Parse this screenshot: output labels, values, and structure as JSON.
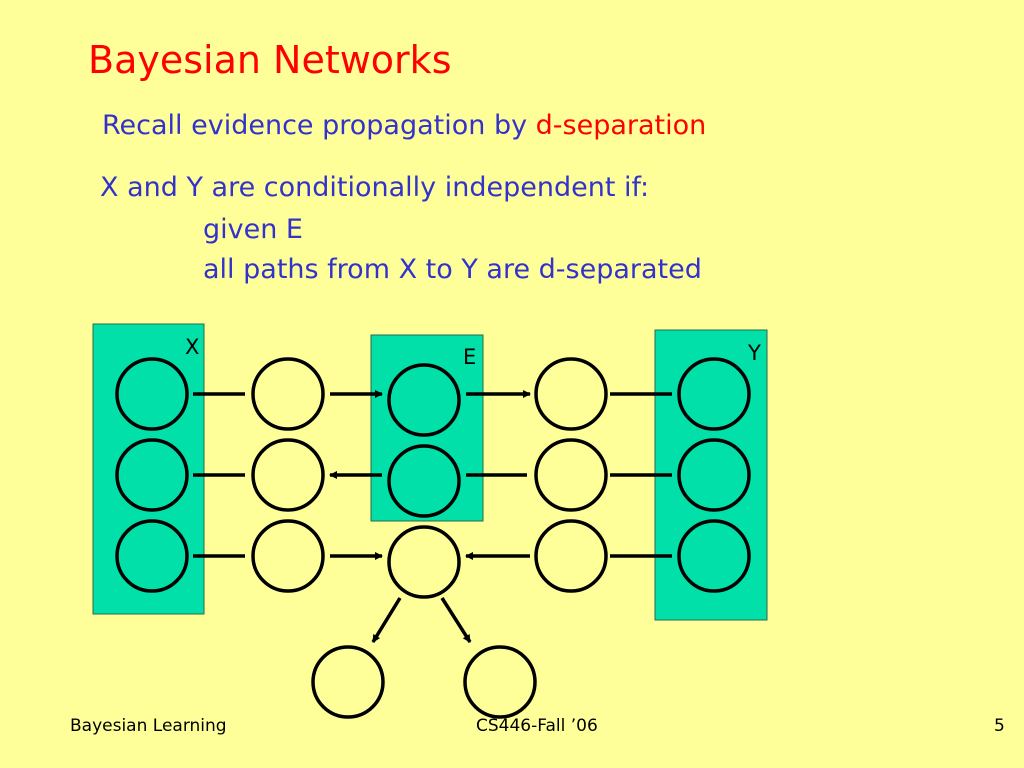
{
  "slide": {
    "title": "Bayesian Networks",
    "line1_prefix": "Recall evidence propagation by ",
    "line1_highlight": "d-separation",
    "line2": "X and Y are conditionally independent if:",
    "line3": "given E",
    "line4": "all paths from X to Y are d-separated"
  },
  "diagram": {
    "labels": {
      "x": "X",
      "e": "E",
      "y": "Y"
    },
    "colors": {
      "background": "#FFFF99",
      "box": "#00E0A8",
      "title": "#FF0000",
      "text": "#3333CC"
    }
  },
  "footer": {
    "left": "Bayesian Learning",
    "center": "CS446-Fall ’06",
    "page": "5"
  }
}
